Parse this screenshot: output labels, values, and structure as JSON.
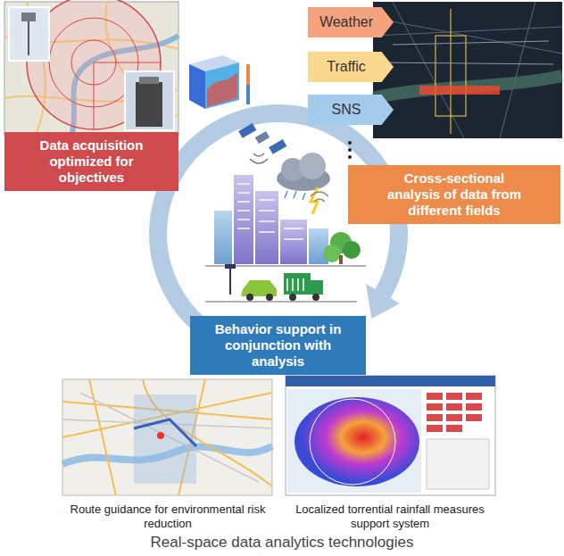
{
  "diagram": {
    "caption": "Real-space data analytics technologies",
    "nodes": [
      {
        "text": [
          "Data acquisition optimized for objectives"
        ]
      },
      {
        "text": [
          "Weather"
        ]
      },
      {
        "text": [
          "Traffic"
        ]
      },
      {
        "text": [
          "SNS"
        ]
      },
      {
        "text": [
          "Cross-sectional analysis of data from different fields"
        ]
      },
      {
        "text": [
          "Behavior support in conjunction with analysis"
        ]
      }
    ],
    "labels": [
      "Route guidance for environmental risk reduction",
      "Localized torrential rainfall measures support system"
    ]
  }
}
